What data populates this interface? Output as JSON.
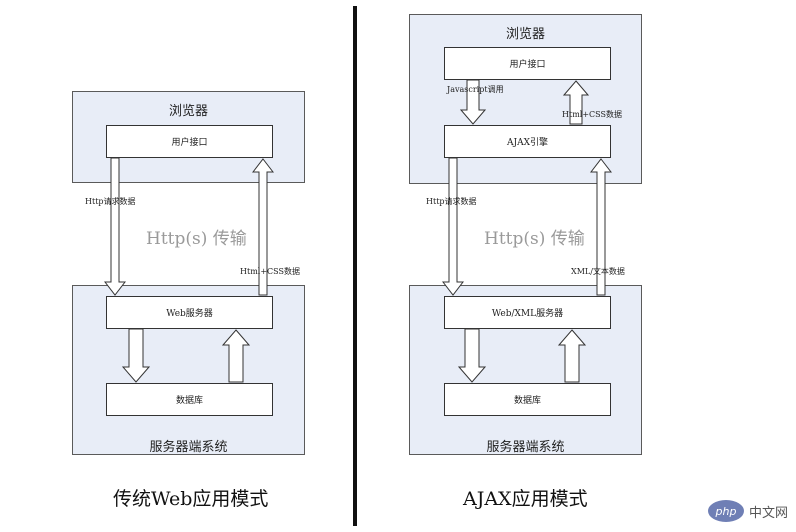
{
  "left": {
    "browser_title": "浏览器",
    "ui_box": "用户接口",
    "request_label": "Http请求数据",
    "channel_label": "Http(s) 传输",
    "response_label": "Html+CSS数据",
    "server_box": "Web服务器",
    "db_box": "数据库",
    "server_title": "服务器端系统",
    "caption": "传统Web应用模式"
  },
  "right": {
    "browser_title": "浏览器",
    "ui_box": "用户接口",
    "js_label": "Javascript调用",
    "html_label": "Html+CSS数据",
    "engine_box": "AJAX引擎",
    "request_label": "Http请求数据",
    "channel_label": "Http(s) 传输",
    "response_label": "XML/文本数据",
    "server_box": "Web/XML服务器",
    "db_box": "数据库",
    "server_title": "服务器端系统",
    "caption": "AJAX应用模式"
  },
  "watermark": {
    "logo": "php",
    "text": "中文网"
  }
}
